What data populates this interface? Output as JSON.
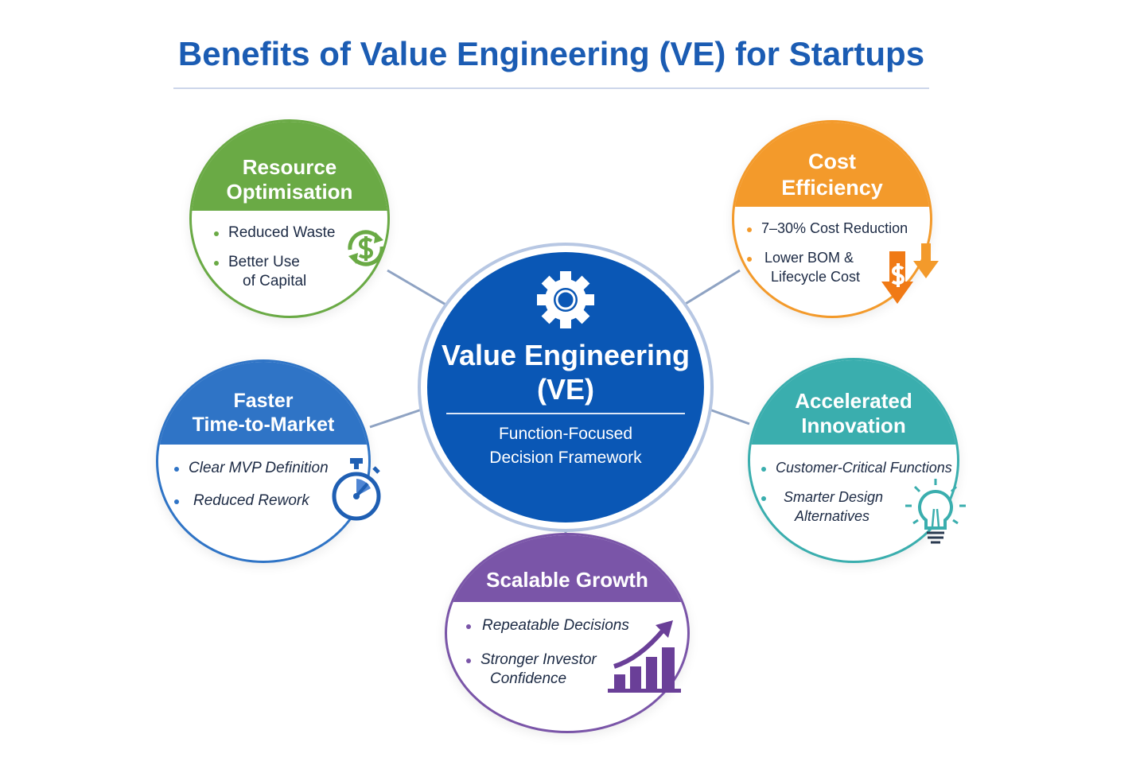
{
  "title": "Benefits of Value Engineering (VE) for Startups",
  "center": {
    "title_line1": "Value Engineering",
    "title_line2": "(VE)",
    "subtitle_line1": "Function-Focused",
    "subtitle_line2": "Decision Framework",
    "icon": "gear-icon"
  },
  "benefits": {
    "resource": {
      "title_line1": "Resource",
      "title_line2": "Optimisation",
      "color": "#6aaa45",
      "items": [
        "Reduced Waste",
        "Better Use",
        "of Capital"
      ],
      "icon": "dollar-cycle-icon"
    },
    "cost": {
      "title_line1": "Cost",
      "title_line2": "Efficiency",
      "color": "#f39a2b",
      "items": [
        "7–30% Cost Reduction",
        "Lower BOM &",
        "Lifecycle Cost"
      ],
      "icon": "dollar-down-arrow-icon"
    },
    "faster": {
      "title_line1": "Faster",
      "title_line2": "Time-to-Market",
      "color": "#2f74c6",
      "items": [
        "Clear MVP Definition",
        "Reduced Rework"
      ],
      "icon": "stopwatch-icon"
    },
    "innovation": {
      "title_line1": "Accelerated",
      "title_line2": "Innovation",
      "color": "#3aaeae",
      "items": [
        "Customer-Critical Functions",
        "Smarter Design",
        "Alternatives"
      ],
      "icon": "lightbulb-icon"
    },
    "growth": {
      "title": "Scalable Growth",
      "color": "#7a55a8",
      "items": [
        "Repeatable Decisions",
        "Stronger Investor",
        "Confidence"
      ],
      "icon": "growth-chart-icon"
    }
  }
}
